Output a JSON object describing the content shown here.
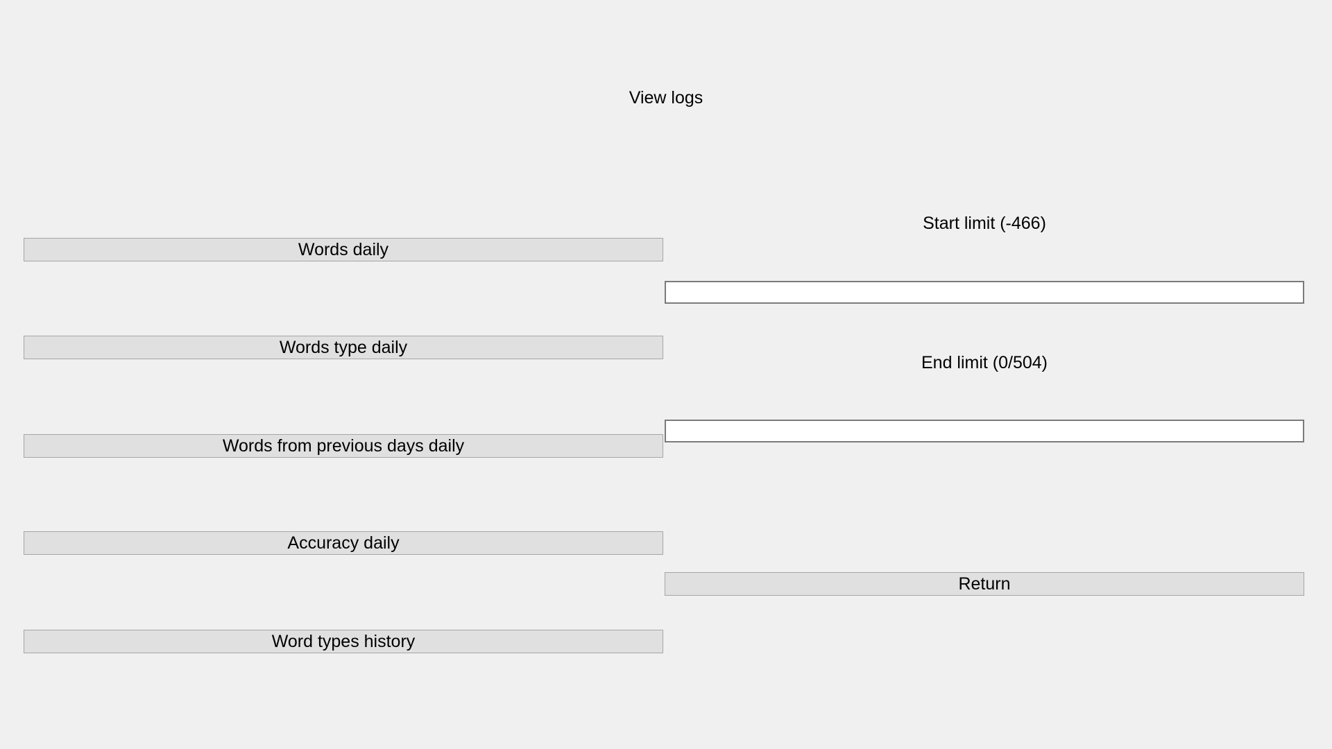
{
  "title": "View logs",
  "left_buttons": [
    {
      "label": "Words daily"
    },
    {
      "label": "Words type daily"
    },
    {
      "label": "Words from previous days daily"
    },
    {
      "label": "Accuracy daily"
    },
    {
      "label": "Word types history"
    }
  ],
  "right_panel": {
    "start_limit_label": "Start limit (-466)",
    "start_limit_value": "",
    "end_limit_label": "End limit (0/504)",
    "end_limit_value": "",
    "return_label": "Return"
  },
  "colors": {
    "background": "#f0f0f0",
    "button_fill": "#e0e0e0",
    "button_border": "#a5a5a5",
    "input_border": "#7a7a7a",
    "input_fill": "#ffffff",
    "text": "#000000"
  }
}
